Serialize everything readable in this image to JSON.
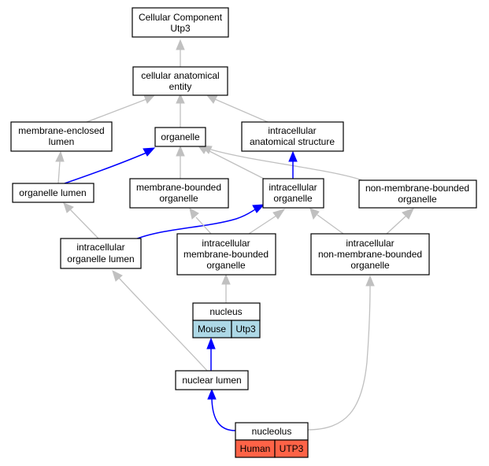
{
  "colors": {
    "gray_edge": "#c0c0c0",
    "blue_edge": "#0000ff",
    "mouse_cell": "#add8e6",
    "human_cell": "#ff6347"
  },
  "nodes": {
    "cellular_component": {
      "line1": "Cellular Component",
      "line2": "Utp3"
    },
    "cellular_anatomical_entity": {
      "line1": "cellular anatomical",
      "line2": "entity"
    },
    "membrane_enclosed_lumen": {
      "line1": "membrane-enclosed",
      "line2": "lumen"
    },
    "organelle": {
      "line1": "organelle"
    },
    "intracellular_anatomical_structure": {
      "line1": "intracellular",
      "line2": "anatomical structure"
    },
    "organelle_lumen": {
      "line1": "organelle lumen"
    },
    "membrane_bounded_organelle": {
      "line1": "membrane-bounded",
      "line2": "organelle"
    },
    "intracellular_organelle": {
      "line1": "intracellular",
      "line2": "organelle"
    },
    "non_membrane_bounded_organelle": {
      "line1": "non-membrane-bounded",
      "line2": "organelle"
    },
    "intracellular_organelle_lumen": {
      "line1": "intracellular",
      "line2": "organelle lumen"
    },
    "intracellular_membrane_bounded_organelle": {
      "line1": "intracellular",
      "line2": "membrane-bounded",
      "line3": "organelle"
    },
    "intracellular_non_membrane_bounded_organelle": {
      "line1": "intracellular",
      "line2": "non-membrane-bounded",
      "line3": "organelle"
    },
    "nucleus": {
      "line1": "nucleus",
      "species": "Mouse",
      "gene": "Utp3"
    },
    "nuclear_lumen": {
      "line1": "nuclear lumen"
    },
    "nucleolus": {
      "line1": "nucleolus",
      "species": "Human",
      "gene": "UTP3"
    }
  }
}
